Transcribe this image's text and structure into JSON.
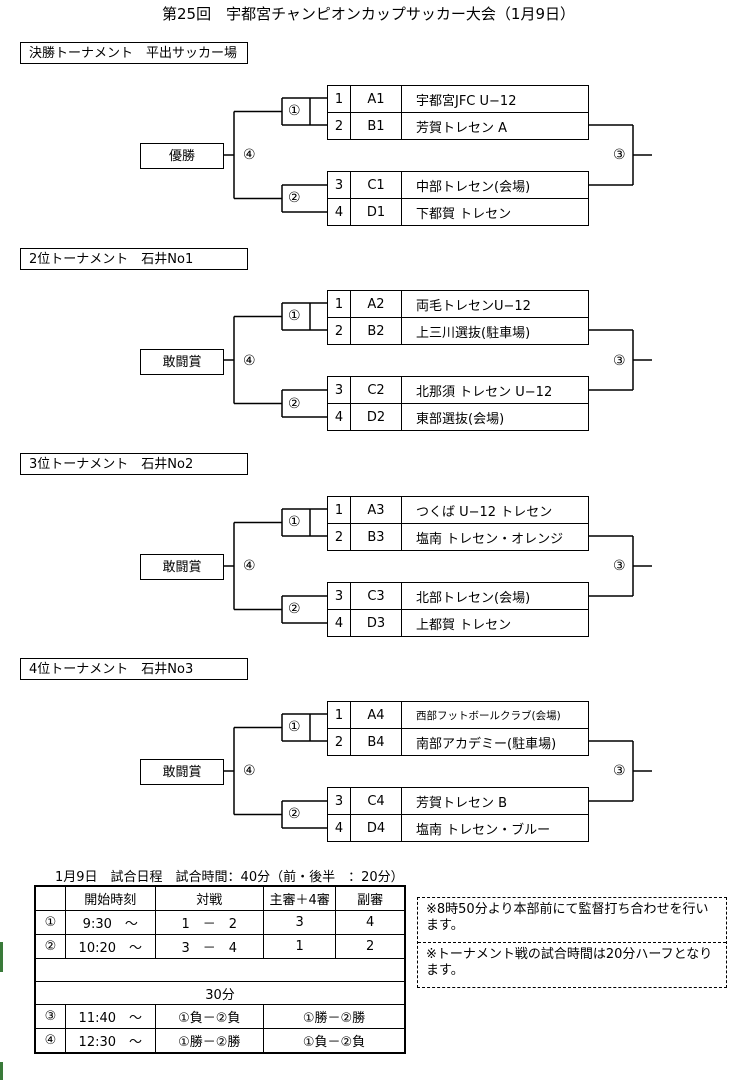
{
  "title": "第25回　宇都宮チャンピオンカップサッカー大会（1月9日）",
  "sections": [
    {
      "label": "決勝トーナメント　平出サッカー場",
      "prize": "優勝",
      "final_mark": "④",
      "semi_top_mark": "①",
      "semi_bottom_mark": "②",
      "right_mark": "③",
      "teams": [
        {
          "num": "1",
          "code": "A1",
          "name": "宇都宮JFC U−12"
        },
        {
          "num": "2",
          "code": "B1",
          "name": "芳賀トレセン A"
        },
        {
          "num": "3",
          "code": "C1",
          "name": "中部トレセン(会場)"
        },
        {
          "num": "4",
          "code": "D1",
          "name": "下都賀 トレセン"
        }
      ]
    },
    {
      "label": "2位トーナメント　石井No1",
      "prize": "敢闘賞",
      "final_mark": "④",
      "semi_top_mark": "①",
      "semi_bottom_mark": "②",
      "right_mark": "③",
      "teams": [
        {
          "num": "1",
          "code": "A2",
          "name": "両毛トレセンU−12"
        },
        {
          "num": "2",
          "code": "B2",
          "name": "上三川選抜(駐車場)"
        },
        {
          "num": "3",
          "code": "C2",
          "name": "北那須 トレセン U−12"
        },
        {
          "num": "4",
          "code": "D2",
          "name": "東部選抜(会場)"
        }
      ]
    },
    {
      "label": "3位トーナメント　石井No2",
      "prize": "敢闘賞",
      "final_mark": "④",
      "semi_top_mark": "①",
      "semi_bottom_mark": "②",
      "right_mark": "③",
      "teams": [
        {
          "num": "1",
          "code": "A3",
          "name": "つくば U−12 トレセン"
        },
        {
          "num": "2",
          "code": "B3",
          "name": "塩南 トレセン・オレンジ"
        },
        {
          "num": "3",
          "code": "C3",
          "name": "北部トレセン(会場)"
        },
        {
          "num": "4",
          "code": "D3",
          "name": "上都賀 トレセン"
        }
      ]
    },
    {
      "label": "4位トーナメント　石井No3",
      "prize": "敢闘賞",
      "final_mark": "④",
      "semi_top_mark": "①",
      "semi_bottom_mark": "②",
      "right_mark": "③",
      "teams": [
        {
          "num": "1",
          "code": "A4",
          "name": "西部フットボールクラブ(会場)"
        },
        {
          "num": "2",
          "code": "B4",
          "name": "南部アカデミー(駐車場)"
        },
        {
          "num": "3",
          "code": "C4",
          "name": "芳賀トレセン B"
        },
        {
          "num": "4",
          "code": "D4",
          "name": "塩南 トレセン・ブルー"
        }
      ]
    }
  ],
  "schedule": {
    "heading": "1月9日　試合日程　試合時間：40分（前・後半　：20分）",
    "columns": [
      "",
      "開始時刻",
      "対戦",
      "主審＋4審",
      "副審"
    ],
    "rows": [
      {
        "id": "①",
        "time": "9:30　～",
        "match": "1　－　2",
        "referee": "3",
        "assistant": "4"
      },
      {
        "id": "②",
        "time": "10:20　～",
        "match": "3　－　4",
        "referee": "1",
        "assistant": "2"
      }
    ],
    "break": "30分",
    "rows2": [
      {
        "id": "③",
        "time": "11:40　～",
        "match": "①負－②負",
        "referees": "①勝－②勝"
      },
      {
        "id": "④",
        "time": "12:30　～",
        "match": "①勝－②勝",
        "referees": "①負－②負"
      }
    ]
  },
  "notes": [
    "※8時50分より本部前にて監督打ち合わせを行います。",
    "※トーナメント戦の試合時間は20分ハーフとなります。"
  ]
}
